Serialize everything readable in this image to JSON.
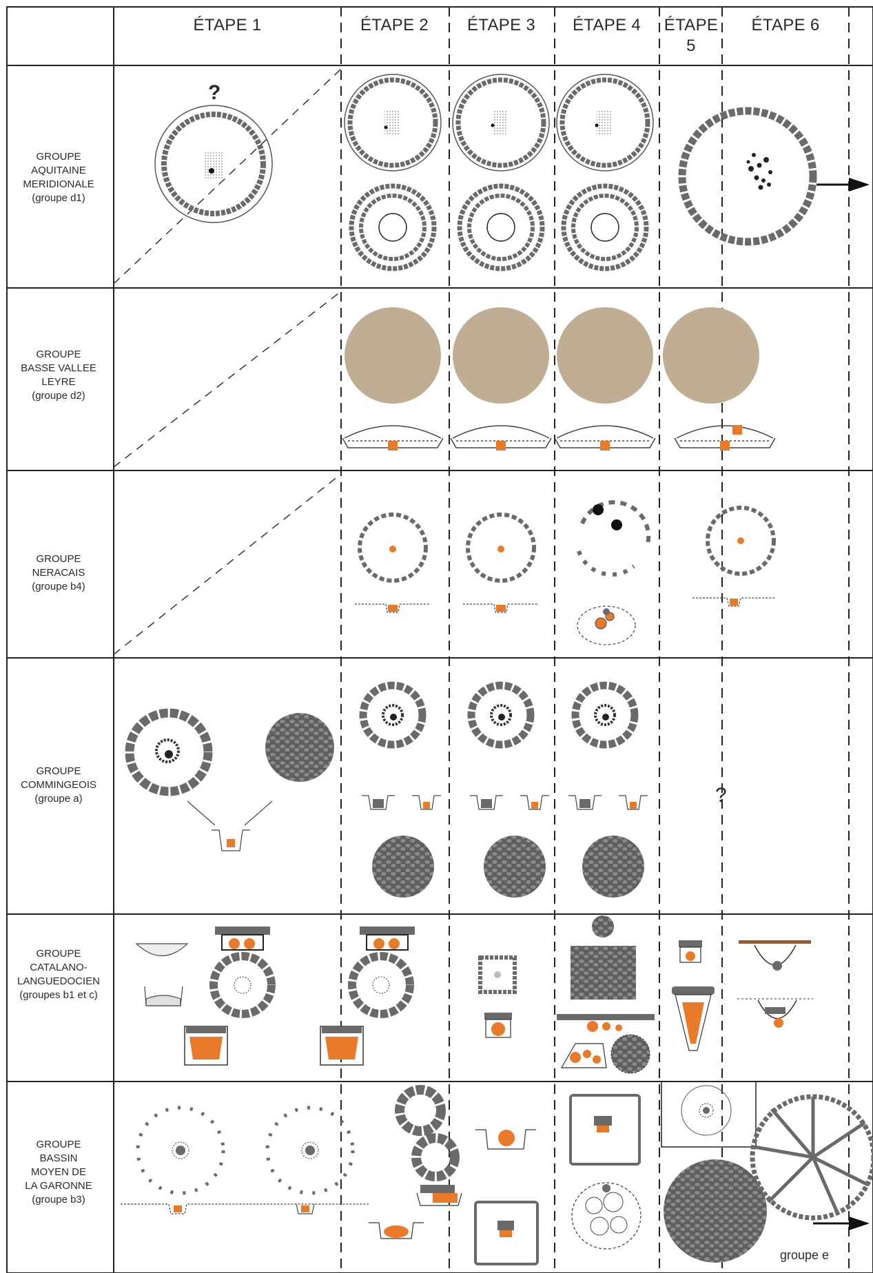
{
  "header": {
    "columns": [
      "ÉTAPE 1",
      "ÉTAPE 2",
      "ÉTAPE 3",
      "ÉTAPE 4",
      "ÉTAPE\n5",
      "ÉTAPE 6"
    ]
  },
  "groups": [
    {
      "lines": [
        "GROUPE",
        "AQUITAINE",
        "MERIDIONALE",
        "(groupe d1)"
      ]
    },
    {
      "lines": [
        "GROUPE",
        "BASSE VALLEE",
        "LEYRE",
        "(groupe d2)"
      ]
    },
    {
      "lines": [
        "GROUPE",
        "NERACAIS",
        "(groupe b4)"
      ]
    },
    {
      "lines": [
        "GROUPE",
        "COMMINGEOIS",
        "(groupe a)"
      ]
    },
    {
      "lines": [
        "GROUPE",
        "CATALANO-",
        "LANGUEDOCIEN",
        "(groupes b1 et c)"
      ]
    },
    {
      "lines": [
        "GROUPE",
        "BASSIN",
        "MOYEN DE",
        "LA GARONNE",
        "(groupe b3)"
      ]
    }
  ],
  "annotations": {
    "unknown_mark": "?",
    "group_e_label": "groupe e"
  },
  "colors": {
    "stone": "#6a6a6a",
    "tumulus": "#bfae93",
    "urn": "#e87a2a",
    "wood": "#9a5a2a"
  }
}
